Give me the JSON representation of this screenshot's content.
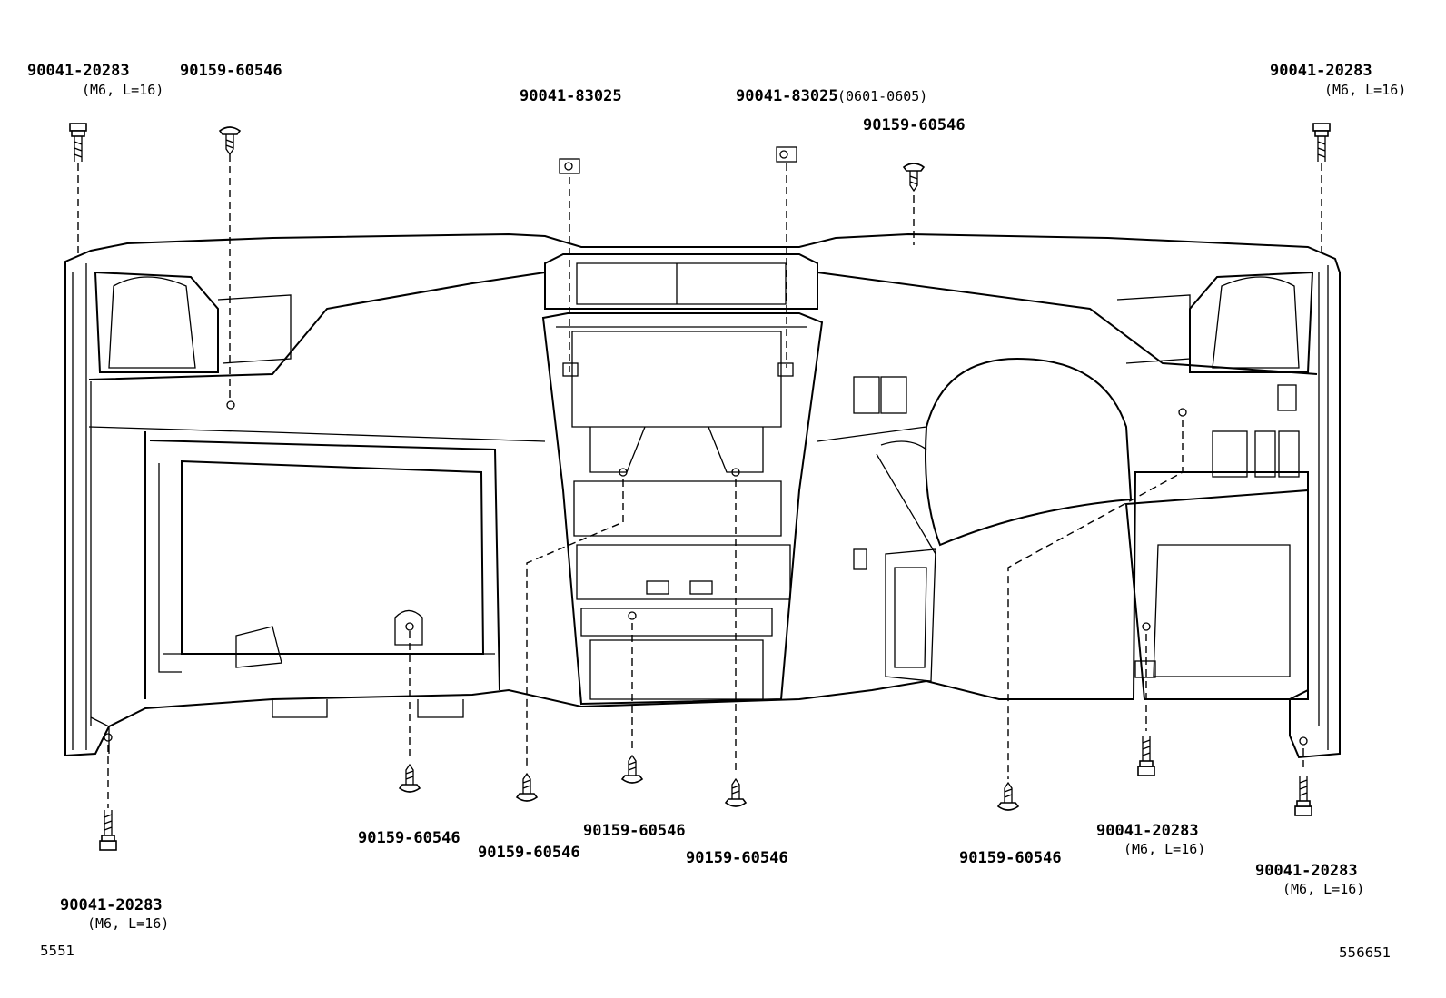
{
  "diagram": {
    "drawing_id": "5551",
    "figure_id": "556651",
    "callouts": [
      {
        "part": "90041-20283",
        "note": "(M6, L=16)"
      },
      {
        "part": "90159-60546",
        "note": ""
      },
      {
        "part": "90041-83025",
        "note": ""
      },
      {
        "part": "90041-83025",
        "note": "(0601-0605)"
      },
      {
        "part": "90159-60546",
        "note": ""
      },
      {
        "part": "90041-20283",
        "note": "(M6, L=16)"
      },
      {
        "part": "90041-20283",
        "note": "(M6, L=16)"
      },
      {
        "part": "90159-60546",
        "note": ""
      },
      {
        "part": "90159-60546",
        "note": ""
      },
      {
        "part": "90159-60546",
        "note": ""
      },
      {
        "part": "90159-60546",
        "note": ""
      },
      {
        "part": "90159-60546",
        "note": ""
      },
      {
        "part": "90041-20283",
        "note": "(M6, L=16)"
      },
      {
        "part": "90041-20283",
        "note": "(M6, L=16)"
      }
    ]
  }
}
